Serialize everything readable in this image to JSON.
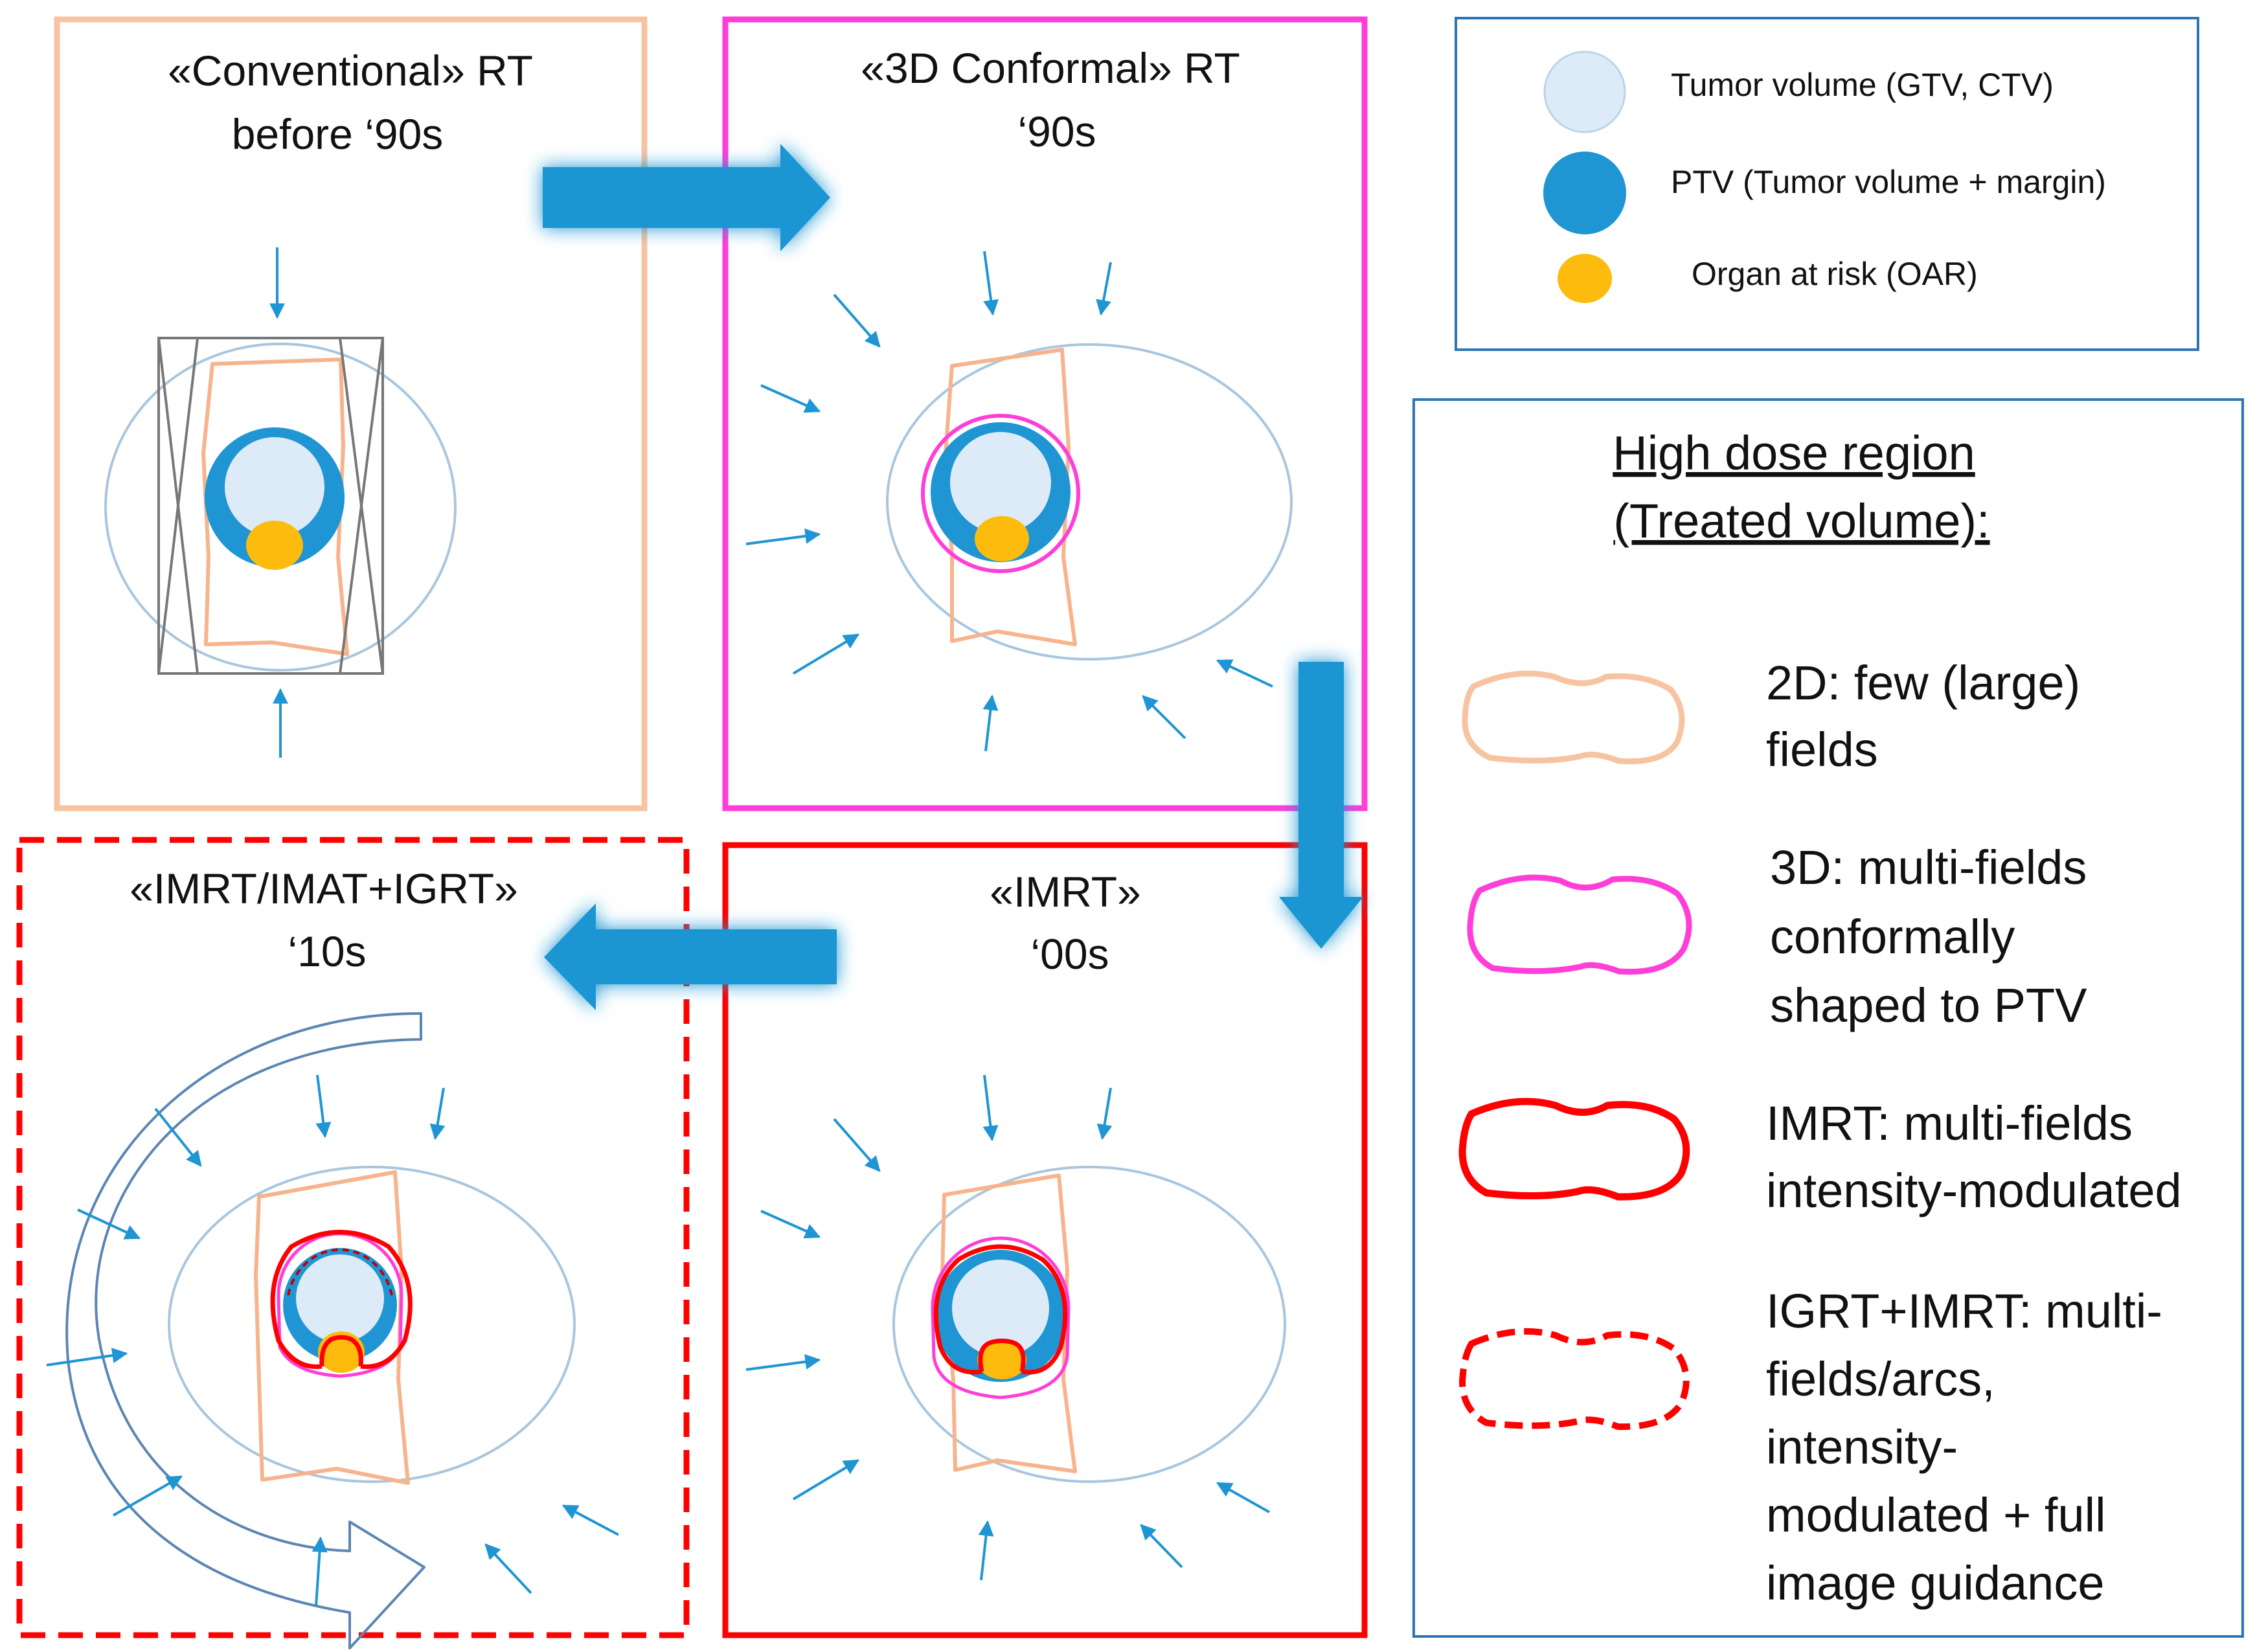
{
  "colors": {
    "tumor_light": "#dcebf7",
    "ptv_blue": "#1f95d3",
    "oar_yellow": "#fdbb0d",
    "conventional_orange": "#f7c4a2",
    "conformal_magenta": "#ff3ed8",
    "imrt_red": "#ff0000",
    "arrow_blue": "#1f95d3",
    "body_outline": "#a9c6de",
    "legend_border": "#2e75b6"
  },
  "panels": {
    "conventional": {
      "title_line1": "«Conventional» RT",
      "title_line2": "before ‘90s"
    },
    "conformal": {
      "title_line1": "«3D Conformal» RT",
      "title_line2": "‘90s"
    },
    "imrt": {
      "title_line1": "«IMRT»",
      "title_line2": "‘00s"
    },
    "igrt": {
      "title_line1": "«IMRT/IMAT+IGRT»",
      "title_line2": "‘10s"
    }
  },
  "legend_volumes": {
    "tumor": "Tumor volume (GTV, CTV)",
    "ptv": "PTV (Tumor volume + margin)",
    "oar": "Organ at risk (OAR)"
  },
  "legend_dose": {
    "header_line1": "High dose region",
    "header_line2": "(Treated volume):",
    "items": [
      {
        "line1": "2D: few (large)",
        "line2": "fields"
      },
      {
        "line1": "3D: multi-fields",
        "line2": "conformally",
        "line3": "shaped to PTV"
      },
      {
        "line1": "IMRT: multi-fields",
        "line2": "intensity-modulated"
      },
      {
        "line1": "IGRT+IMRT: multi-",
        "line2": "fields/arcs,",
        "line3": "intensity-",
        "line4": "modulated + full",
        "line5": "image guidance"
      }
    ]
  }
}
